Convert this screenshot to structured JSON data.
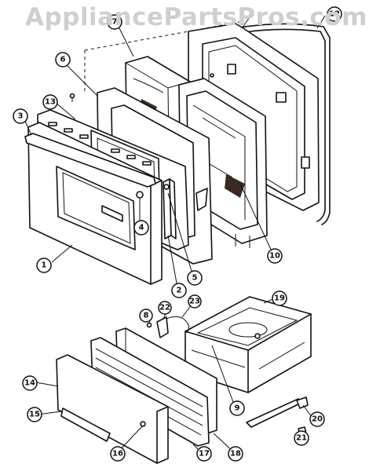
{
  "watermark": "AppliancePartsPros.com",
  "callouts": [
    {
      "id": "c1",
      "label": "1"
    },
    {
      "id": "c2",
      "label": "2"
    },
    {
      "id": "c3",
      "label": "3"
    },
    {
      "id": "c4",
      "label": "4"
    },
    {
      "id": "c5",
      "label": "5"
    },
    {
      "id": "c6",
      "label": "6"
    },
    {
      "id": "c7",
      "label": "7"
    },
    {
      "id": "c8",
      "label": "8"
    },
    {
      "id": "c9",
      "label": "9"
    },
    {
      "id": "c10",
      "label": "10"
    },
    {
      "id": "c12",
      "label": "12"
    },
    {
      "id": "c13",
      "label": "13"
    },
    {
      "id": "c14",
      "label": "14"
    },
    {
      "id": "c15",
      "label": "15"
    },
    {
      "id": "c16",
      "label": "16"
    },
    {
      "id": "c17",
      "label": "17"
    },
    {
      "id": "c18",
      "label": "18"
    },
    {
      "id": "c19",
      "label": "19"
    },
    {
      "id": "c20",
      "label": "20"
    },
    {
      "id": "c21",
      "label": "21"
    },
    {
      "id": "c22",
      "label": "22"
    },
    {
      "id": "c23",
      "label": "23"
    }
  ]
}
